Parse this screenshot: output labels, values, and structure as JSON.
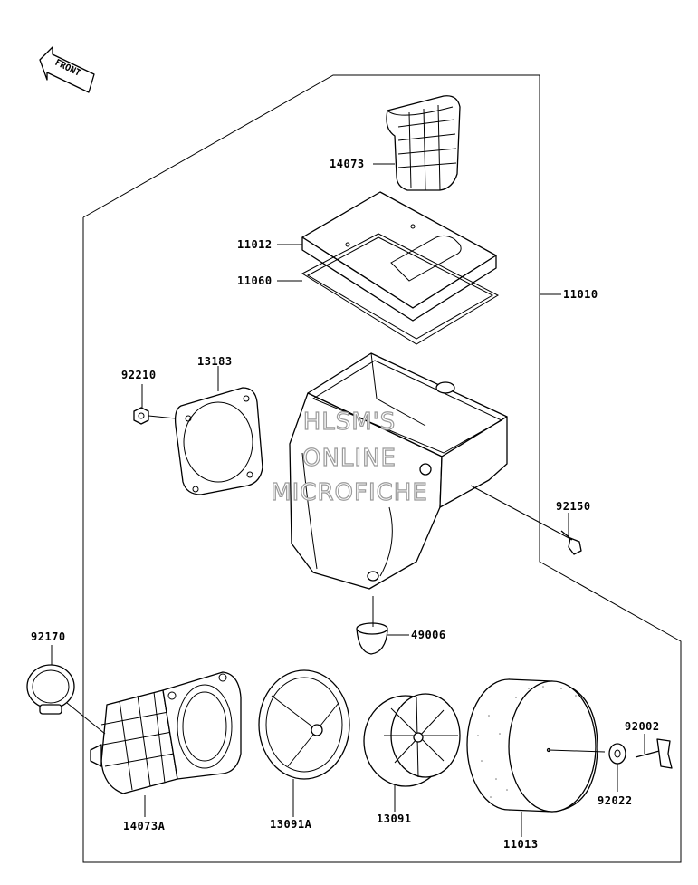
{
  "diagram": {
    "front_label": "FRONT",
    "watermark": [
      "HLSM'S",
      "ONLINE",
      "MICROFICHE"
    ],
    "parts": {
      "p14073": "14073",
      "p11012": "11012",
      "p11060": "11060",
      "p11010": "11010",
      "p92210": "92210",
      "p13183": "13183",
      "p92150": "92150",
      "p49006": "49006",
      "p92170": "92170",
      "p14073A": "14073A",
      "p13091A": "13091A",
      "p13091": "13091",
      "p11013": "11013",
      "p92002": "92002",
      "p92022": "92022"
    }
  }
}
